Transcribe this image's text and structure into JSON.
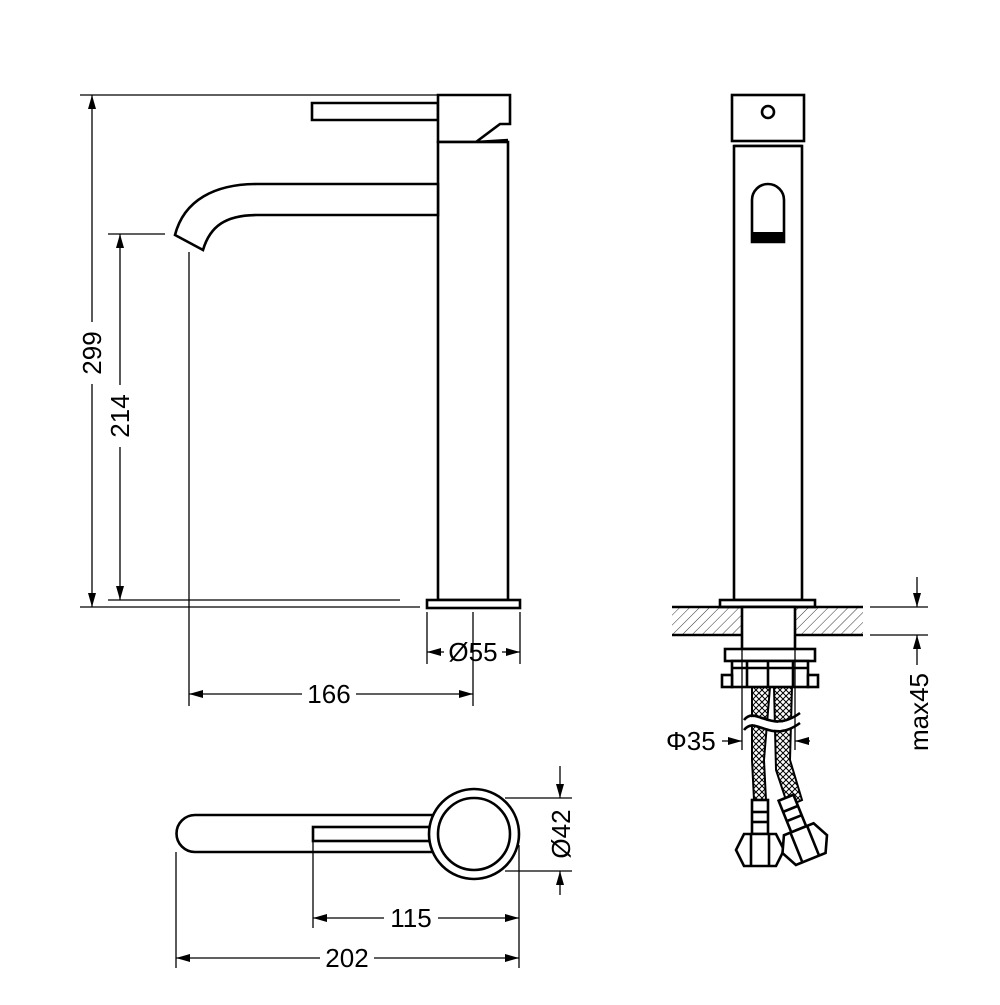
{
  "colors": {
    "line": "#000000",
    "background": "#ffffff"
  },
  "dimensions": {
    "total_height": "299",
    "spout_height": "214",
    "base_diameter": "Ø55",
    "spout_reach": "166",
    "body_diameter_top": "Ø42",
    "handle_to_body": "115",
    "total_length_top": "202",
    "hole_diameter": "Φ35",
    "counter_thickness": "max45"
  }
}
